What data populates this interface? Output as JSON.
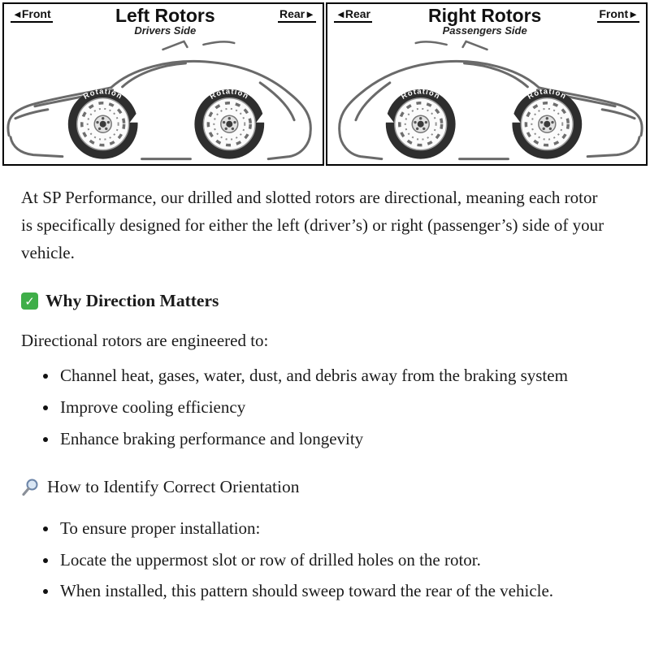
{
  "diagram": {
    "rotation_label": "Rotation",
    "left_panel": {
      "left_label": "Front",
      "right_label": "Rear",
      "title": "Left Rotors",
      "subtitle": "Drivers Side"
    },
    "right_panel": {
      "left_label": "Rear",
      "right_label": "Front",
      "title": "Right Rotors",
      "subtitle": "Passengers Side"
    }
  },
  "content": {
    "intro": "At SP Performance, our drilled and slotted rotors are directional, meaning each rotor is specifically designed for either the left (driver’s) or right (passenger’s) side of your vehicle.",
    "why": {
      "icon_glyph": "✓",
      "icon_color": "#3fae49",
      "heading": "Why Direction Matters",
      "lead": "Directional rotors are engineered to:",
      "bullets": [
        "Channel heat, gases, water, dust, and debris away from the braking system",
        "Improve cooling efficiency",
        "Enhance braking performance and longevity"
      ]
    },
    "identify": {
      "icon": "magnifier-icon",
      "heading": "How to Identify Correct Orientation",
      "bullets": [
        "To ensure proper installation:",
        "Locate the uppermost slot or row of drilled holes on the rotor.",
        "When installed, this pattern should sweep toward the rear of the vehicle."
      ]
    }
  }
}
